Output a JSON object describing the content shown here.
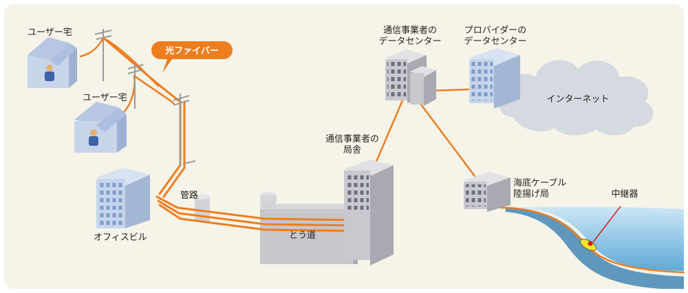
{
  "labels": {
    "user_home_1": "ユーザー宅",
    "user_home_2": "ユーザー宅",
    "fiber": "光ファイバー",
    "office": "オフィスビル",
    "conduit": "管路",
    "tunnel": "とう道",
    "central_office": [
      "通信事業者の",
      "局舎"
    ],
    "carrier_dc": [
      "通信事業者の",
      "データセンター"
    ],
    "provider_dc": [
      "プロバイダーの",
      "データセンター"
    ],
    "internet": "インターネット",
    "landing_station": [
      "海底ケーブル",
      "陸揚げ局"
    ],
    "repeater": "中継器"
  },
  "colors": {
    "background": "#f6f3e8",
    "fiber": "#ee7d1e",
    "building_face": "#c7d5ea",
    "building_side": "#a3b6d4",
    "building_dark": "#8c8f9d",
    "cloud": "#d5d9e0",
    "sea": "#7cb9e0"
  }
}
